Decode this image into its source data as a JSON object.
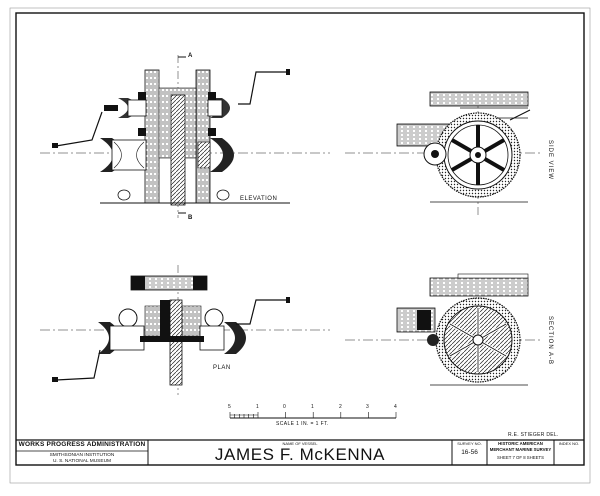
{
  "drawing": {
    "section_marks": {
      "top": "A",
      "bottom": "B"
    },
    "labels": {
      "elevation": "ELEVATION",
      "side_view": "SIDE VIEW",
      "plan": "PLAN",
      "section": "SECTION A-B"
    },
    "scale": {
      "ticks": [
        "1",
        "0",
        "1",
        "2",
        "3",
        "4",
        "5"
      ],
      "caption": "SCALE 1 IN. = 1 FT."
    },
    "delineator": "R.E. STIEGER DEL."
  },
  "title_block": {
    "agency": "WORKS PROGRESS ADMINISTRATION",
    "institution": "SMITHSONIAN INSTITUTION",
    "museum": "U. S. NATIONAL MUSEUM",
    "vessel_caption": "NAME OF VESSEL",
    "vessel_name": "JAMES F. McKENNA",
    "survey_caption": "SURVEY NO.",
    "survey_no": "16-56",
    "survey_title_1": "HISTORIC AMERICAN",
    "survey_title_2": "MERCHANT MARINE SURVEY",
    "sheet": "SHEET 7 OF 8 SHEETS",
    "index_caption": "INDEX NO."
  }
}
